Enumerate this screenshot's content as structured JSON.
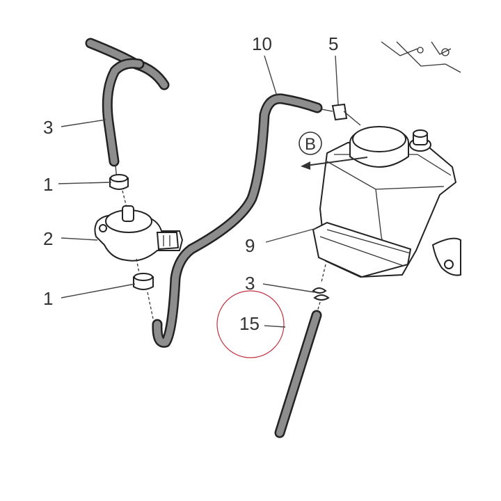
{
  "callouts": {
    "label_10": "10",
    "label_5": "5",
    "label_3_top": "3",
    "label_1_top": "1",
    "label_2": "2",
    "label_1_bottom": "1",
    "label_9": "9",
    "label_3_lower": "3",
    "label_15": "15",
    "view_b": "B"
  },
  "colors": {
    "hose_fill": "#8d8d8d",
    "hose_outline": "#222222",
    "highlight_circle": "#c0303c"
  }
}
